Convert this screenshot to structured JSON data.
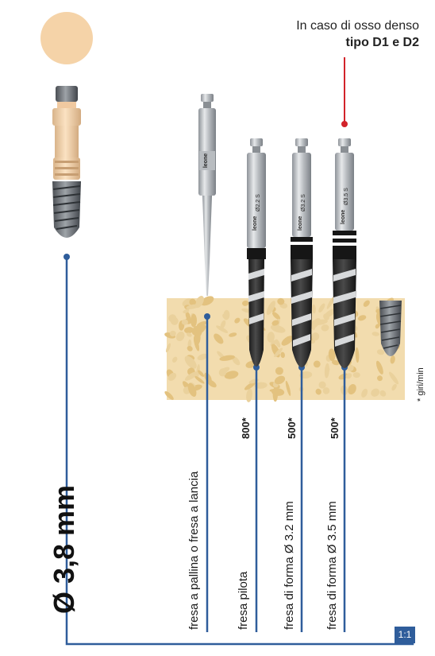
{
  "note": {
    "line1": "In caso di osso denso",
    "line2": "tipo D1 e D2"
  },
  "diameter": "Ø 3,8 mm",
  "unit_note": "* giri/min",
  "scale_label": "1:1",
  "drills": [
    {
      "label": "fresa a pallina o fresa a lancia",
      "speed": ""
    },
    {
      "label": "fresa pilota",
      "speed": "800*",
      "engraving": "Ø2.2 S"
    },
    {
      "label": "fresa di forma Ø 3.2 mm",
      "speed": "500*",
      "engraving": "Ø3.2 S"
    },
    {
      "label": "fresa di forma Ø 3.5 mm",
      "speed": "500*",
      "engraving": "Ø3.5 S"
    }
  ],
  "brand": "leone",
  "colors": {
    "connector": "#2f5d9b",
    "note_marker": "#d2232a",
    "bone": "#f2dcae",
    "cap": "#f5d3a8"
  }
}
